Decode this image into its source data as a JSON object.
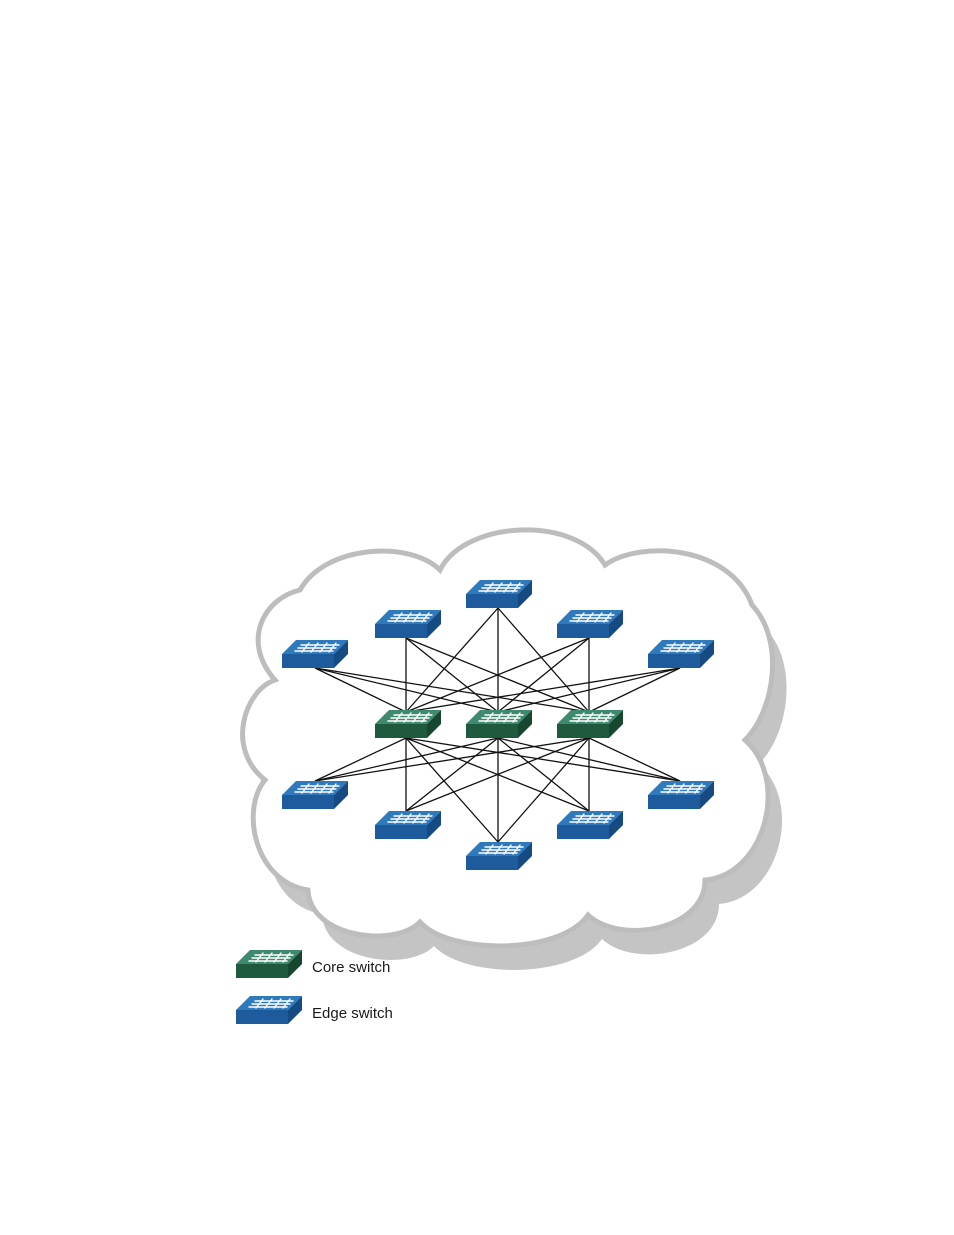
{
  "colors": {
    "core_top": "#3f8a6e",
    "core_front": "#1f5a3f",
    "core_side": "#17472f",
    "edge_top": "#2f79bd",
    "edge_front": "#1d5b9c",
    "edge_side": "#164a82",
    "cloud_fill": "#ffffff",
    "cloud_stroke": "#bdbdbd",
    "cloud_shadow": "#c4c4c4",
    "link": "#111111"
  },
  "icons": {
    "core": "core-switch-icon",
    "edge": "edge-switch-icon",
    "cloud": "network-cloud"
  },
  "topology": {
    "core_count": 3,
    "edge_count": 10,
    "full_mesh_core_to_edge": true
  },
  "legend": {
    "core_label": "Core switch",
    "edge_label": "Edge switch"
  }
}
